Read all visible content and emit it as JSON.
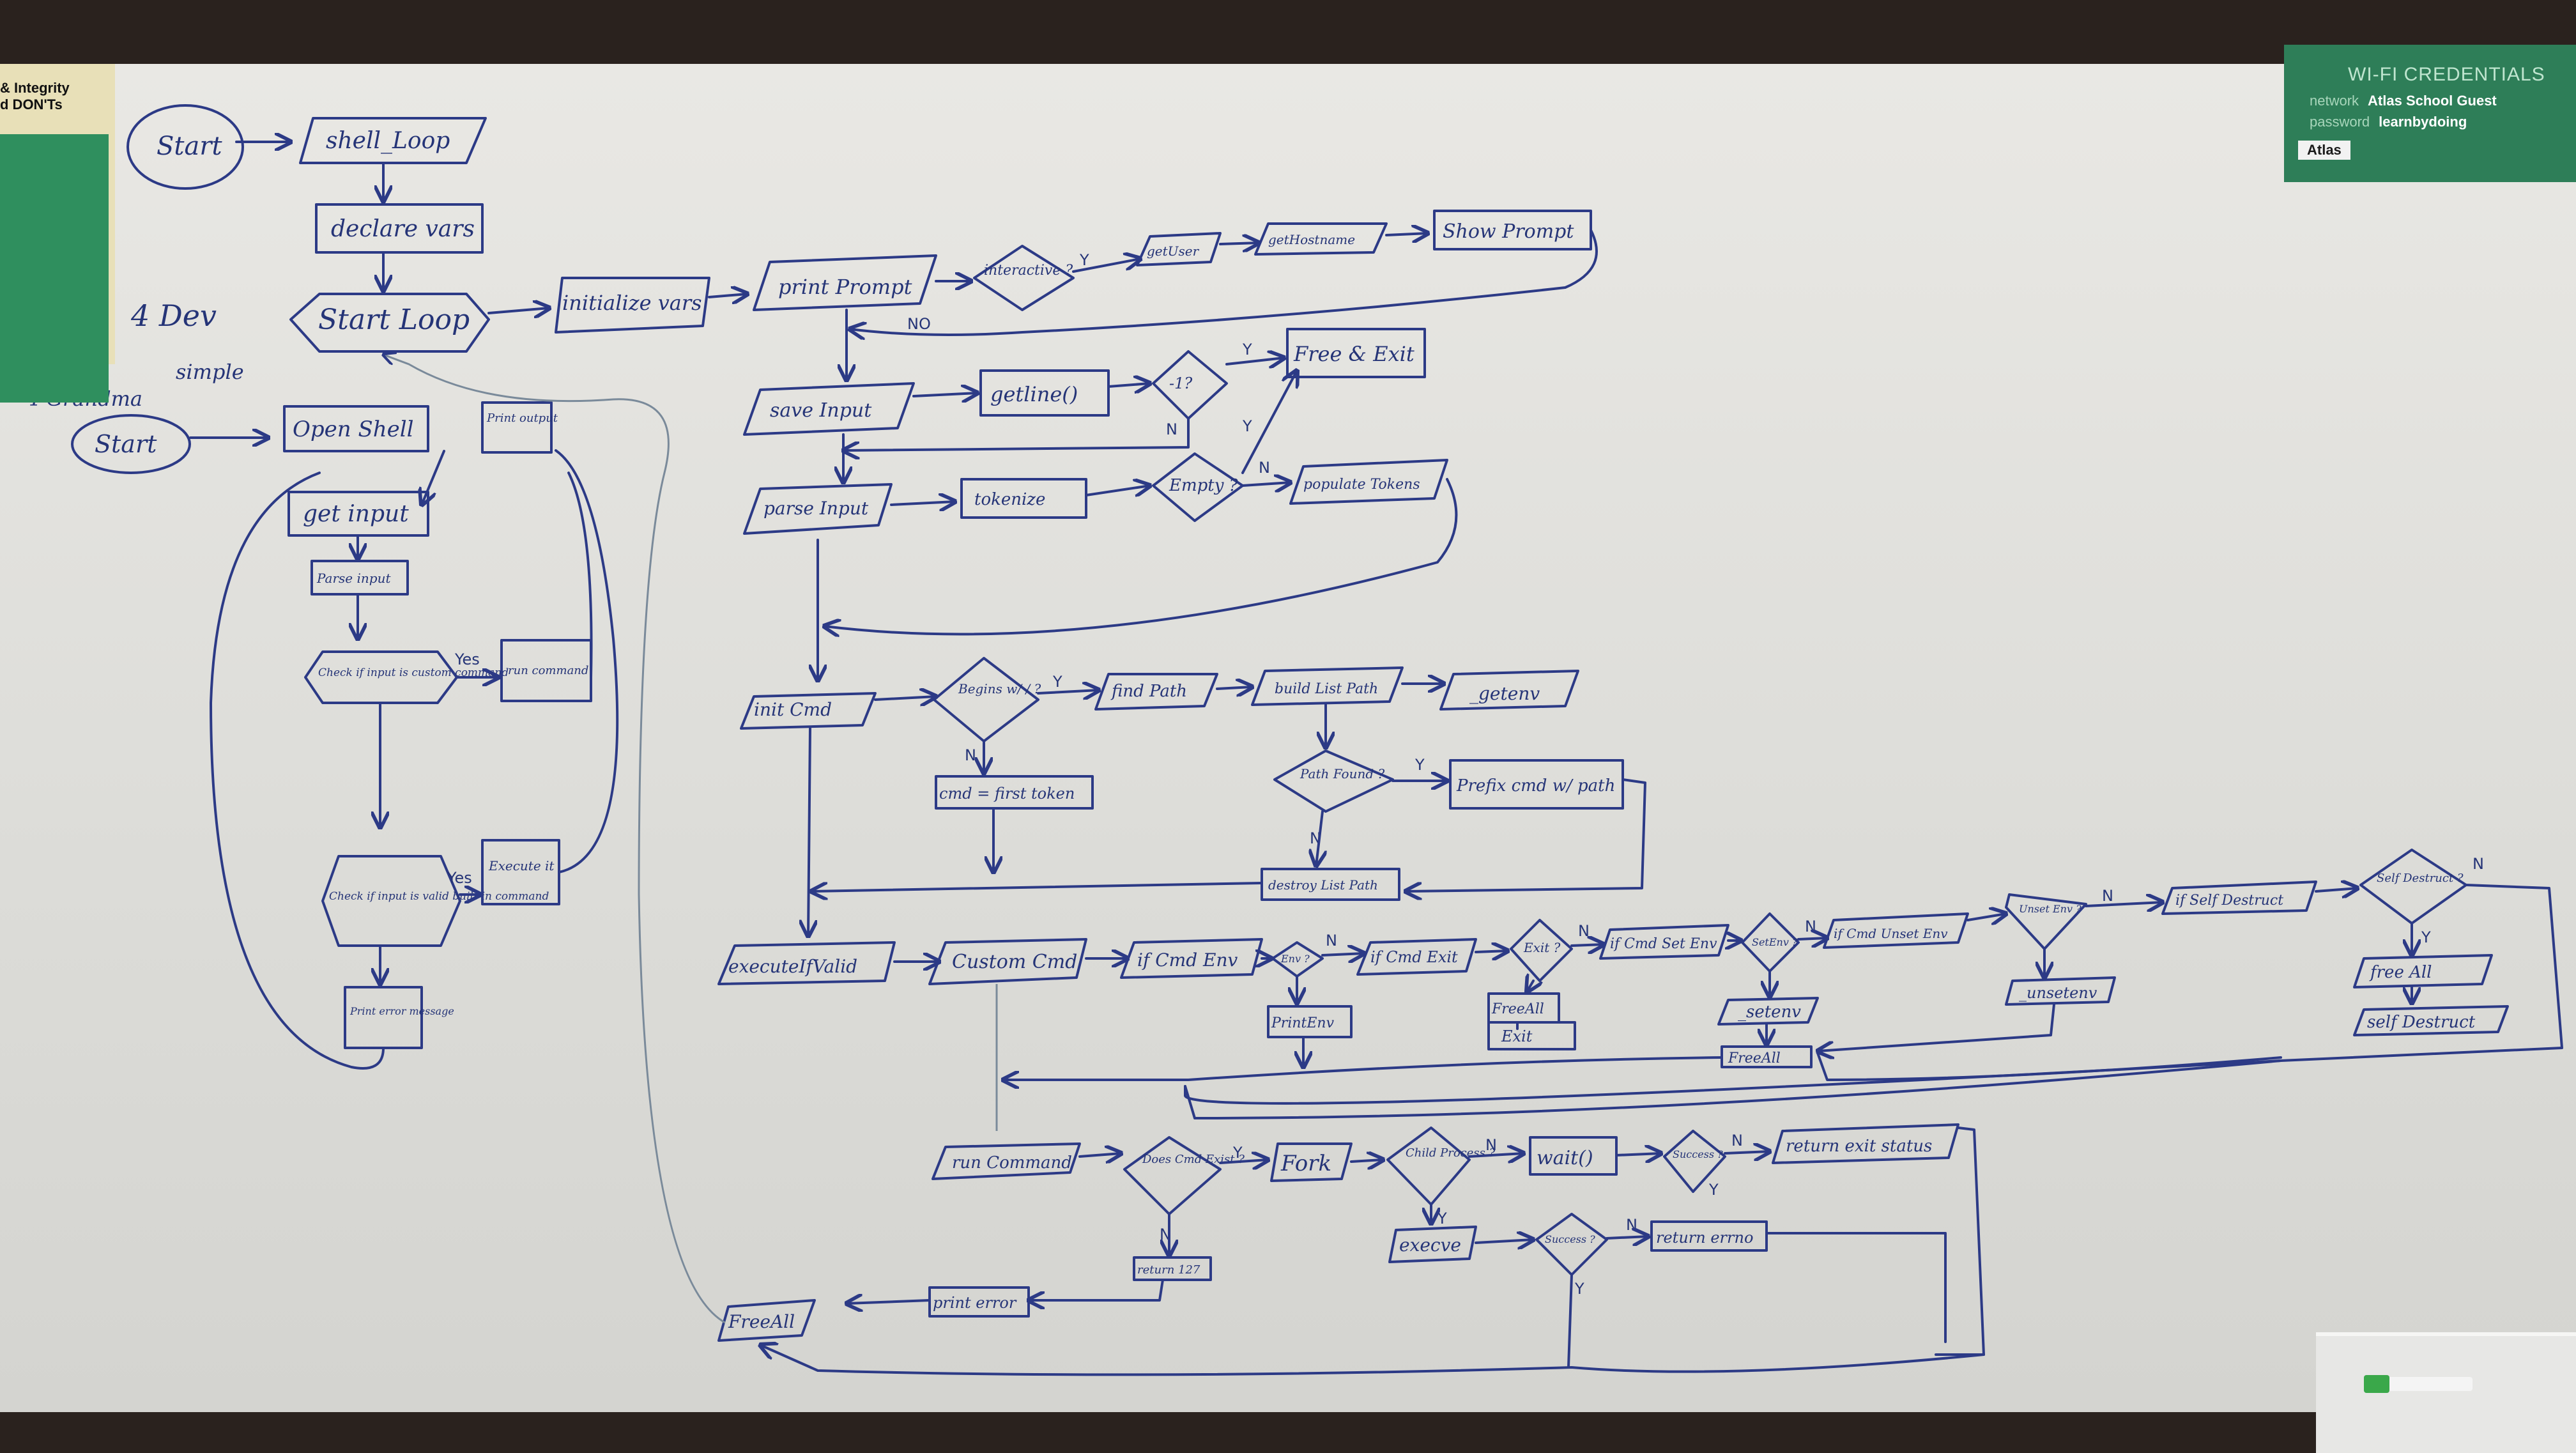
{
  "wifi_card": {
    "title": "WI-FI CREDENTIALS",
    "network_label": "network",
    "network_value": "Atlas School Guest",
    "password_label": "password",
    "password_value": "learnbydoing",
    "brand": "Atlas"
  },
  "sticky_note": {
    "title_line1": "& Integrity",
    "title_line2": "d DON'Ts"
  },
  "margin_notes": {
    "for_dev": "4 Dev",
    "simple": "simple",
    "for_grandma": "4 Grandma"
  },
  "simple_flow": {
    "start": "Start",
    "open_shell": "Open Shell",
    "print_output": "Print output",
    "get_input": "get input",
    "parse_input": "Parse input",
    "check_custom": "Check if input is custom command",
    "run_command": "run command",
    "check_builtin": "Check if input is valid built-in command",
    "execute": "Execute it",
    "print_error": "Print error message",
    "yes1": "Yes",
    "yes2": "Yes"
  },
  "dev_flow": {
    "start": "Start",
    "shell_loop": "shell_Loop",
    "declare_vars": "declare vars",
    "start_loop": "Start Loop",
    "initialize_vars": "initialize vars",
    "print_prompt": "print Prompt",
    "interactive": "interactive ?",
    "get_user": "getUser",
    "get_hostname": "getHostname",
    "show_prompt": "Show Prompt",
    "save_input": "save Input",
    "getline": "getline()",
    "neg_one": "-1?",
    "free_exit": "Free & Exit",
    "parse_input": "parse Input",
    "tokenize": "tokenize",
    "empty": "Empty ?",
    "populate_tokens": "populate Tokens",
    "init_cmd": "init Cmd",
    "begins_slash": "Begins w/ / ?",
    "find_path": "find Path",
    "build_list_path": "build List Path",
    "getenv": "_getenv",
    "cmd_first_token": "cmd = first token",
    "path_found": "Path Found ?",
    "prefix_cmd": "Prefix cmd w/ path",
    "destroy_list_path": "destroy List Path",
    "execute_if_valid": "executeIfValid",
    "custom_cmd": "Custom Cmd",
    "if_cmd_env": "if Cmd Env",
    "env_q": "Env ?",
    "print_env": "PrintEnv",
    "if_cmd_exit": "if Cmd Exit",
    "exit_q": "Exit ?",
    "free_all_1": "FreeAll",
    "exit_box": "Exit",
    "if_cmd_set_env": "if Cmd Set Env",
    "set_env_q": "SetEnv ?",
    "setenv": "_setenv",
    "free_all_2": "FreeAll",
    "if_cmd_unset_env": "if Cmd Unset Env",
    "unset_env_q": "Unset Env ?",
    "unsetenv": "_unsetenv",
    "if_self_destruct": "if Self Destruct",
    "self_destruct_q": "Self Destruct ?",
    "free_all_3": "free All",
    "self_destruct": "self Destruct",
    "run_command": "run Command",
    "does_cmd_exist": "Does Cmd Exist ?",
    "fork": "Fork",
    "child_process": "Child Process ?",
    "wait": "wait()",
    "success1": "Success ?",
    "return_exit_status": "return exit status",
    "execve": "execve",
    "success2": "Success ?",
    "return_errno": "return errno",
    "return_127": "return 127",
    "print_error": "print error",
    "free_all_end": "FreeAll",
    "y": "Y",
    "n": "N",
    "no": "NO"
  }
}
